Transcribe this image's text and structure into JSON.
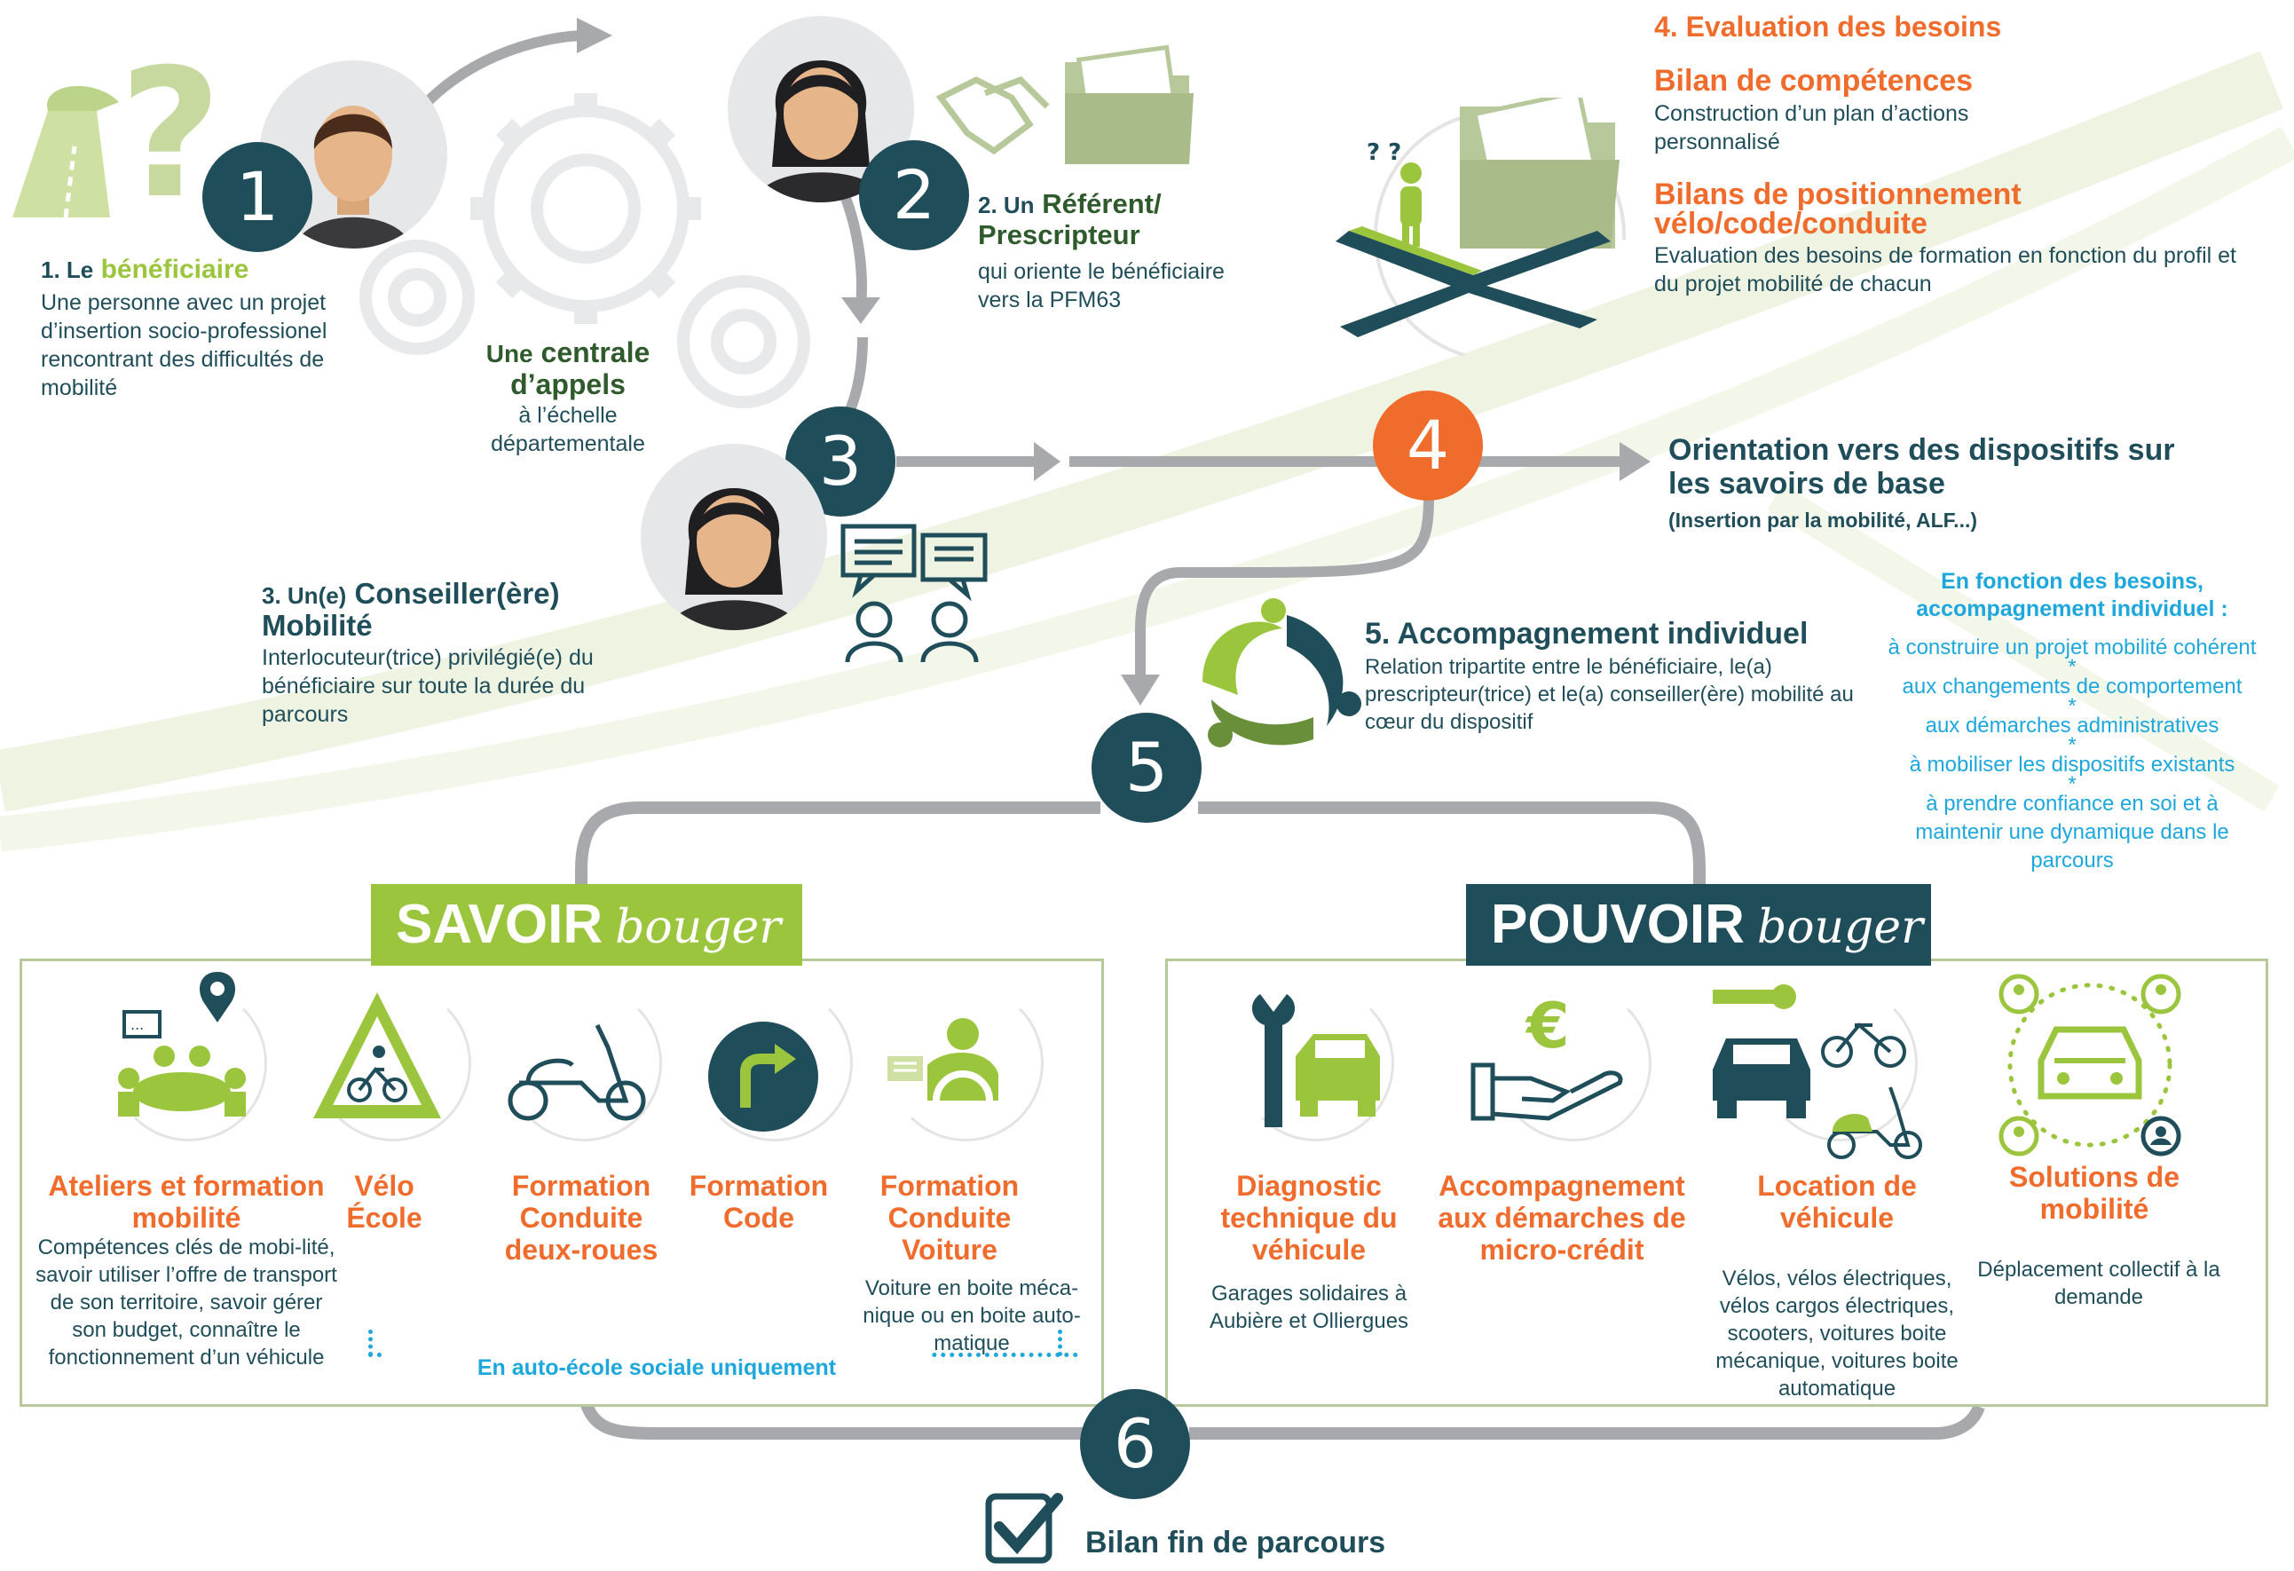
{
  "steps": {
    "s1": {
      "number": "1",
      "prefix": "1. Le",
      "title": "bénéficiaire",
      "body": "Une personne avec un projet d’insertion socio-professionel rencontrant des difficultés de mobilité"
    },
    "s2": {
      "number": "2",
      "prefix": "2. Un",
      "title": "Référent/ Prescripteur",
      "body": "qui oriente le bénéficiaire vers la PFM63"
    },
    "central": {
      "prefix": "Une",
      "title": "centrale d’appels",
      "body": "à l’échelle départementale"
    },
    "s3": {
      "number": "3",
      "prefix": "3. Un(e)",
      "title": "Conseiller(ère) Mobilité",
      "body": "Interlocuteur(trice) privilégié(e) du bénéficiaire sur toute la durée du parcours"
    },
    "s4": {
      "number": "4",
      "title": "4. Evaluation des besoins",
      "bilan_title": "Bilan de compétences",
      "bilan_body": "Construction d’un plan d’actions personnalisé",
      "positionnement_title": "Bilans de positionnement vélo/code/conduite",
      "positionnement_body": "Evaluation des besoins de formation en fonction du profil et du projet mobilité de chacun"
    },
    "orientation": {
      "title": "Orientation vers des dispositifs sur les savoirs de base",
      "sub": "(Insertion par la mobilité, ALF...)"
    },
    "s5": {
      "number": "5",
      "title": "5. Accompagnement individuel",
      "body": "Relation tripartite entre le bénéficiaire, le(a) prescripteur(trice) et le(a) conseiller(ère) mobilité au cœur du dispositif"
    },
    "s6": {
      "number": "6",
      "title": "Bilan fin de parcours"
    }
  },
  "needs": {
    "heading": "En fonction des besoins, accompagnement individuel :",
    "items": [
      "à  construire un projet mobilité cohérent",
      "aux changements de comportement",
      "aux démarches administratives",
      "à mobiliser les dispositifs existants",
      "à prendre confiance en soi et à maintenir une dynamique dans le parcours"
    ]
  },
  "savoir": {
    "banner_main": "SAVOIR",
    "banner_script": "bouger",
    "cards": [
      {
        "title": "Ateliers et formation mobilité",
        "body": "Compétences clés de mobi-lité, savoir utiliser l’offre de transport de son territoire, savoir gérer son budget, connaître le fonctionnement d’un véhicule",
        "icon": "workshop-icon"
      },
      {
        "title": "Vélo École",
        "body": "",
        "icon": "bike-sign-icon"
      },
      {
        "title": "Formation Conduite deux-roues",
        "body": "",
        "icon": "scooter-icon"
      },
      {
        "title": "Formation Code",
        "body": "",
        "icon": "road-sign-icon"
      },
      {
        "title": "Formation Conduite Voiture",
        "body": "Voiture en boite méca-nique ou en boite auto-matique",
        "icon": "driver-icon"
      }
    ],
    "note": "En auto-école sociale uniquement"
  },
  "pouvoir": {
    "banner_main": "POUVOIR",
    "banner_script": "bouger",
    "cards": [
      {
        "title": "Diagnostic technique du véhicule",
        "body": "Garages solidaires à Aubière et Olliergues",
        "icon": "wrench-car-icon"
      },
      {
        "title": "Accompagnement aux démarches de micro-crédit",
        "body": "",
        "icon": "euro-hand-icon"
      },
      {
        "title": "Location de véhicule",
        "body": "Vélos, vélos électriques, vélos cargos électriques, scooters, voitures boite mécanique, voitures boite automatique",
        "icon": "rental-icon"
      },
      {
        "title": "Solutions de mobilité",
        "body": "Déplacement collectif à la demande",
        "icon": "shared-car-icon"
      }
    ]
  },
  "colors": {
    "teal": "#1f4e5a",
    "orange": "#ef6c2c",
    "green": "#9bc53d",
    "olive": "#b7c89a",
    "blue": "#1ea7dc"
  }
}
